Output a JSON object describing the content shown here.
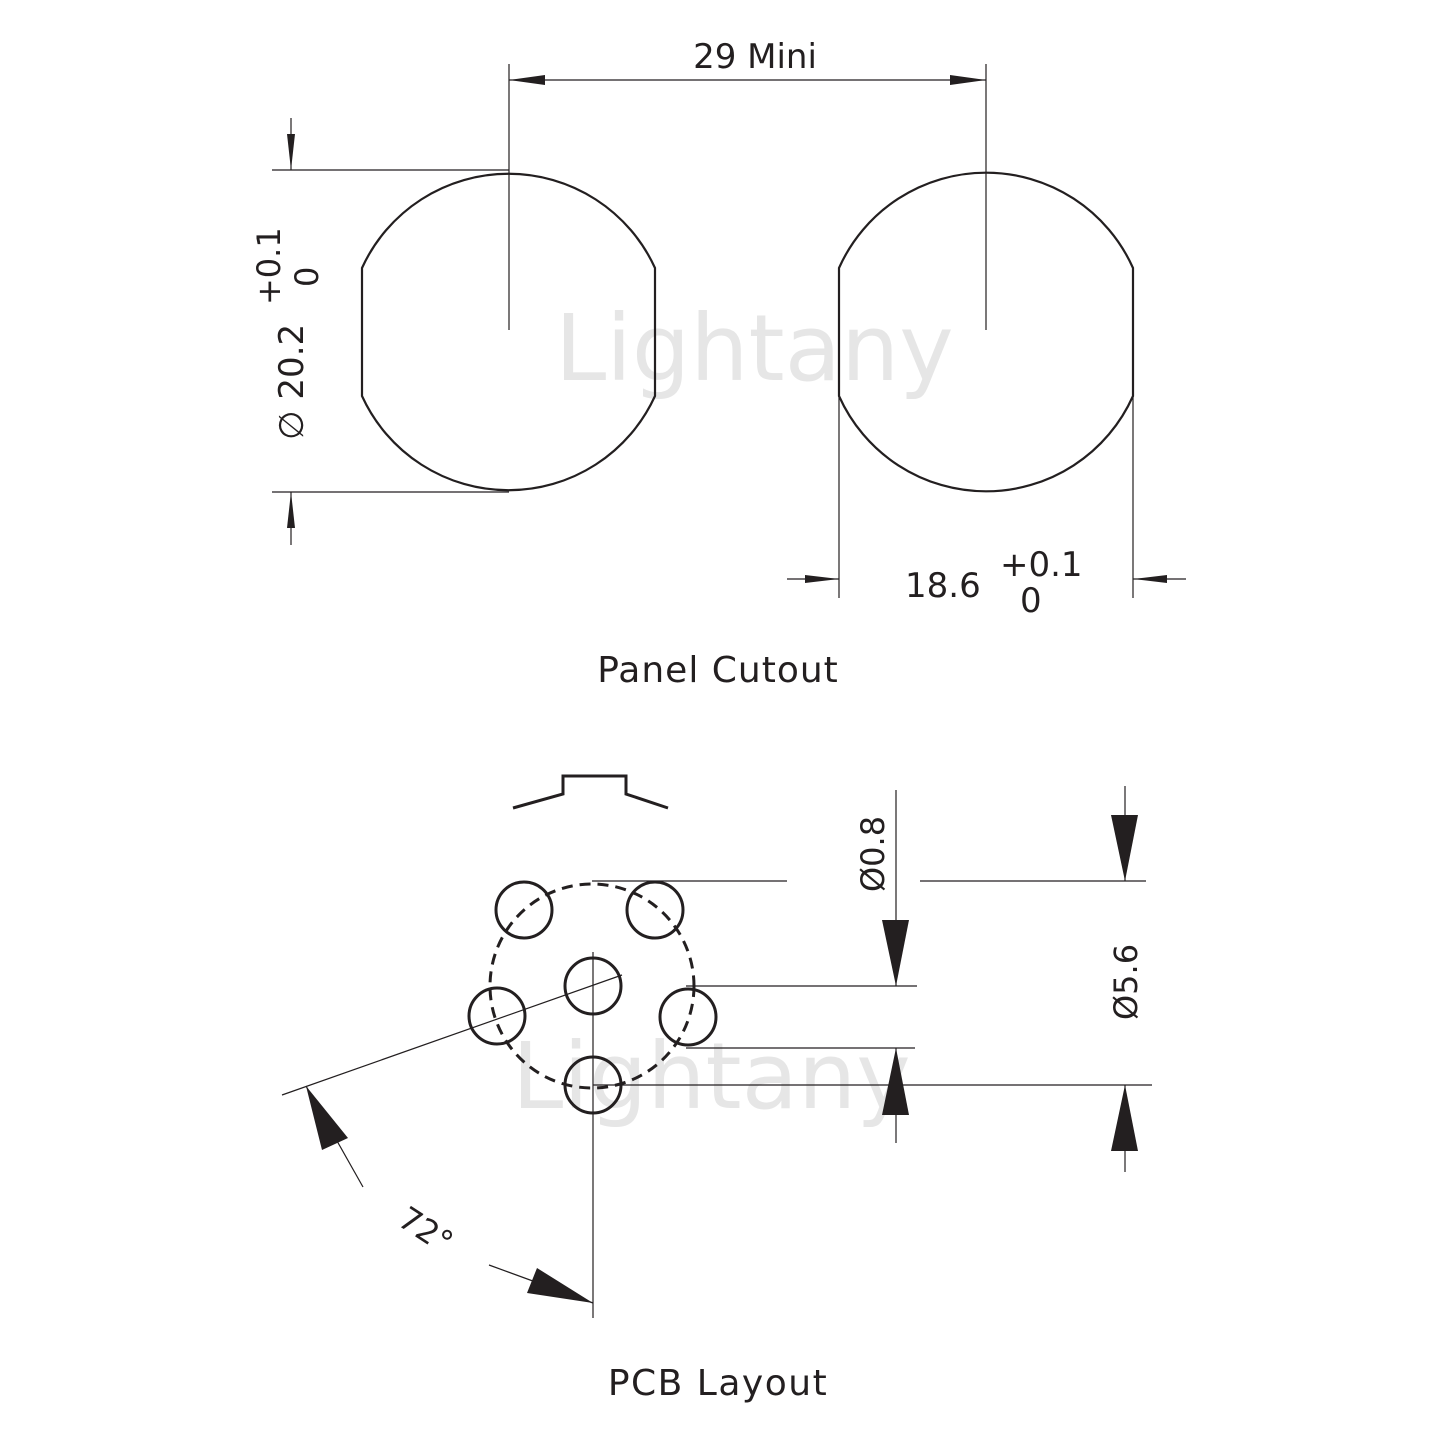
{
  "watermark": "Lightany",
  "panel_cutout": {
    "title": "Panel Cutout",
    "spacing_label": "29 Mini",
    "diameter_label": "∅ 20.2",
    "diameter_tol_upper": "+0.1",
    "diameter_tol_lower": "0",
    "flat_width_label": "18.6",
    "flat_width_tol_upper": "+0.1",
    "flat_width_tol_lower": "0"
  },
  "pcb_layout": {
    "title": "PCB Layout",
    "pin_diameter_label": "Ø0.8",
    "pitch_circle_label": "Ø5.6",
    "angle_label": "72°",
    "pin_count": 6
  },
  "colors": {
    "line": "#231f20",
    "watermark": "#e6e6e6",
    "background": "#ffffff"
  }
}
